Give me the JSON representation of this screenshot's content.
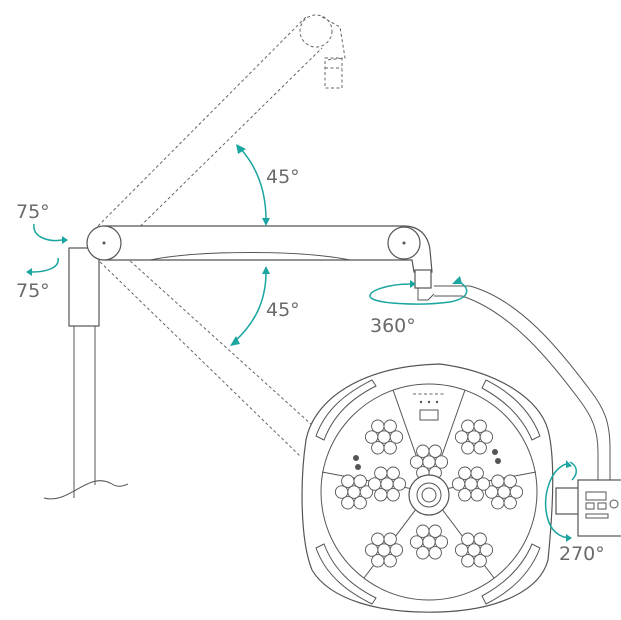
{
  "labels": {
    "angle_upper": "45°",
    "angle_lower": "45°",
    "rotation_top_left": "75°",
    "rotation_bottom_left": "75°",
    "rotation_joint": "360°",
    "rotation_head": "270°"
  },
  "colors": {
    "line": "#555555",
    "accent_arrows": "#1aa5a0",
    "label_text": "#6a6a6a",
    "background": "#ffffff"
  }
}
